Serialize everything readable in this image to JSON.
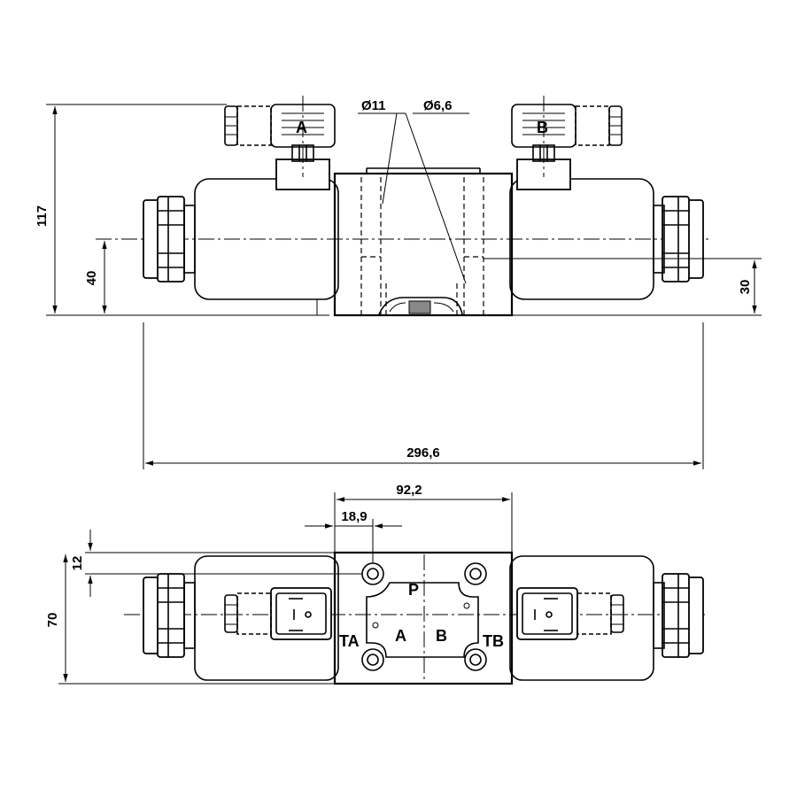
{
  "dimensions": {
    "overall_height": "117",
    "axis_height": "40",
    "port_height": "30",
    "overall_length": "296,6",
    "body_width": "92,2",
    "hole_offset": "18,9",
    "hole_offset_small": "12",
    "overall_width": "70",
    "hole_dia_large": "Ø11",
    "hole_dia_small": "Ø6,6"
  },
  "labels": {
    "solenoid_a": "A",
    "solenoid_b": "B",
    "port_p": "P",
    "port_a": "A",
    "port_b": "B",
    "port_ta": "TA",
    "port_tb": "TB"
  }
}
